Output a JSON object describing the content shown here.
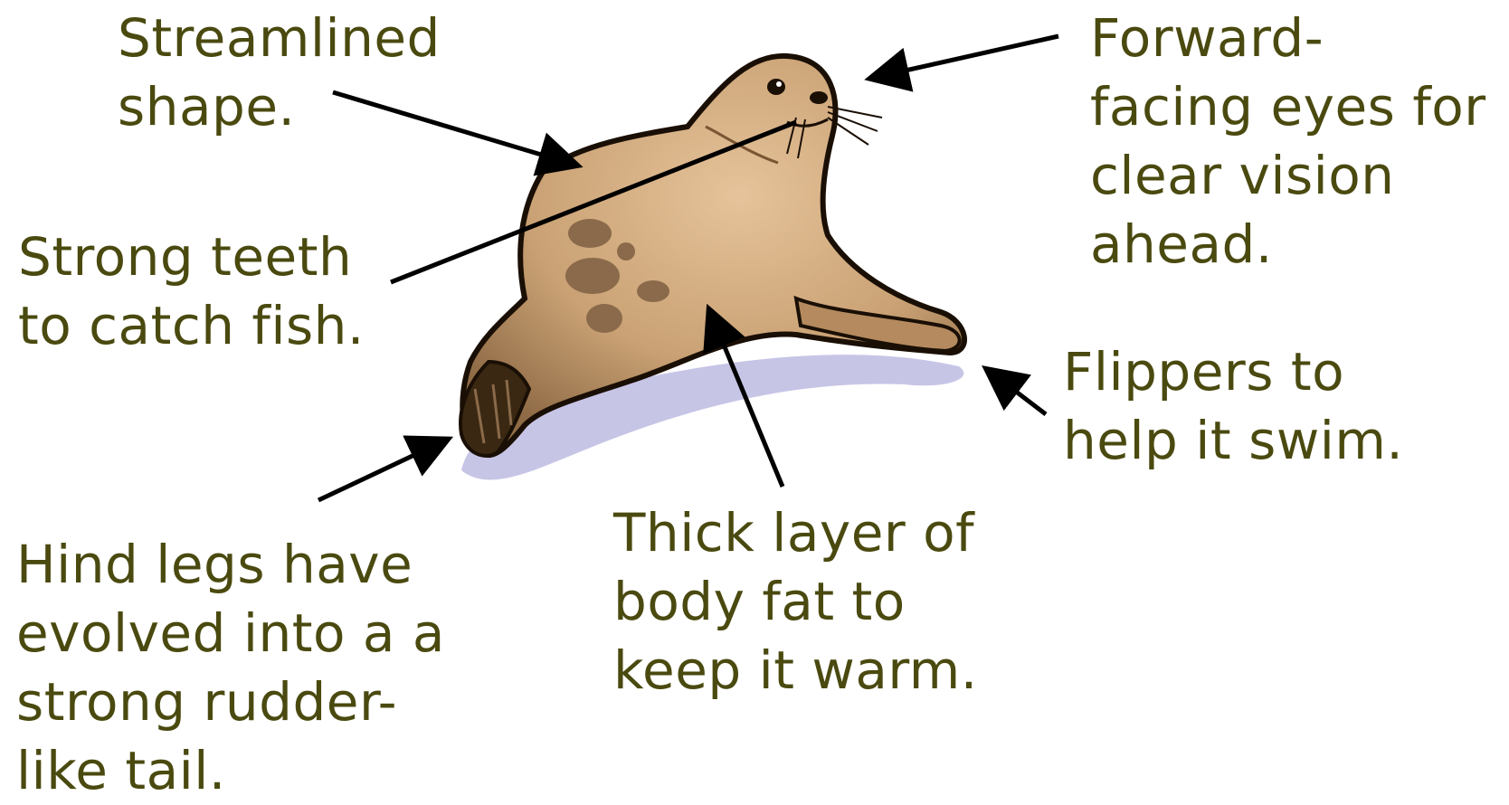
{
  "colors": {
    "label_text": "#4a4a10",
    "arrow": "#000000",
    "seal_fur": "#c9a174",
    "seal_spots": "#8a6a4a",
    "shadow": "#b9b6e0"
  },
  "image": {
    "subject": "seal-illustration"
  },
  "labels": {
    "streamlined": [
      "Streamlined",
      "shape."
    ],
    "eyes": [
      "Forward-",
      "facing eyes for",
      "clear vision",
      "ahead."
    ],
    "teeth": [
      "Strong teeth",
      "to catch fish."
    ],
    "flippers": [
      "Flippers to",
      "help it swim."
    ],
    "fat": [
      "Thick layer of",
      "body fat to",
      "keep it warm."
    ],
    "tail": [
      "Hind legs have",
      "evolved into a a",
      "strong rudder-",
      "like tail."
    ]
  }
}
